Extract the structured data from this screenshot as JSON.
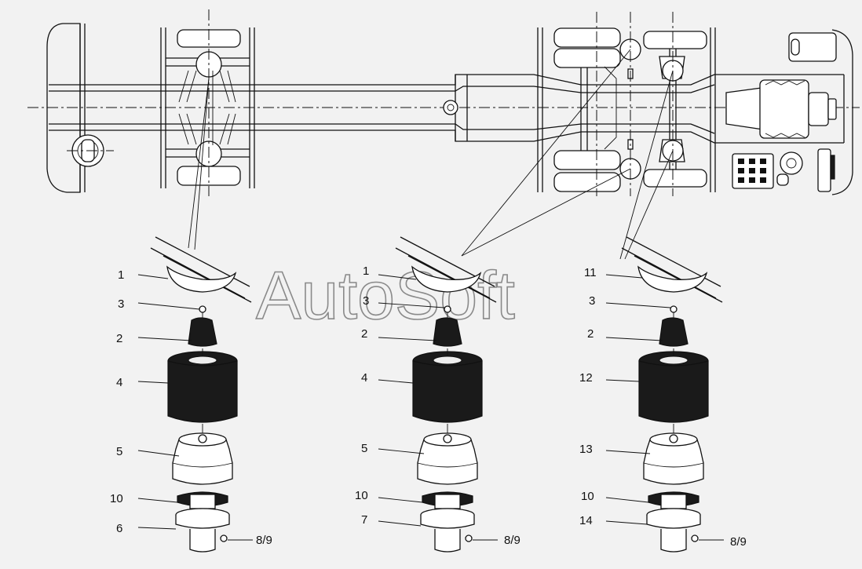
{
  "watermark": "AutoSoft",
  "callouts": {
    "left": {
      "c1": "1",
      "c3": "3",
      "c2": "2",
      "c4": "4",
      "c5": "5",
      "c10": "10",
      "c6": "6",
      "c89": "8/9"
    },
    "middle": {
      "c1": "1",
      "c3": "3",
      "c2": "2",
      "c4": "4",
      "c5": "5",
      "c10": "10",
      "c7": "7",
      "c89": "8/9"
    },
    "right": {
      "c11": "11",
      "c3": "3",
      "c2": "2",
      "c12": "12",
      "c13": "13",
      "c10": "10",
      "c14": "14",
      "c89": "8/9"
    }
  }
}
